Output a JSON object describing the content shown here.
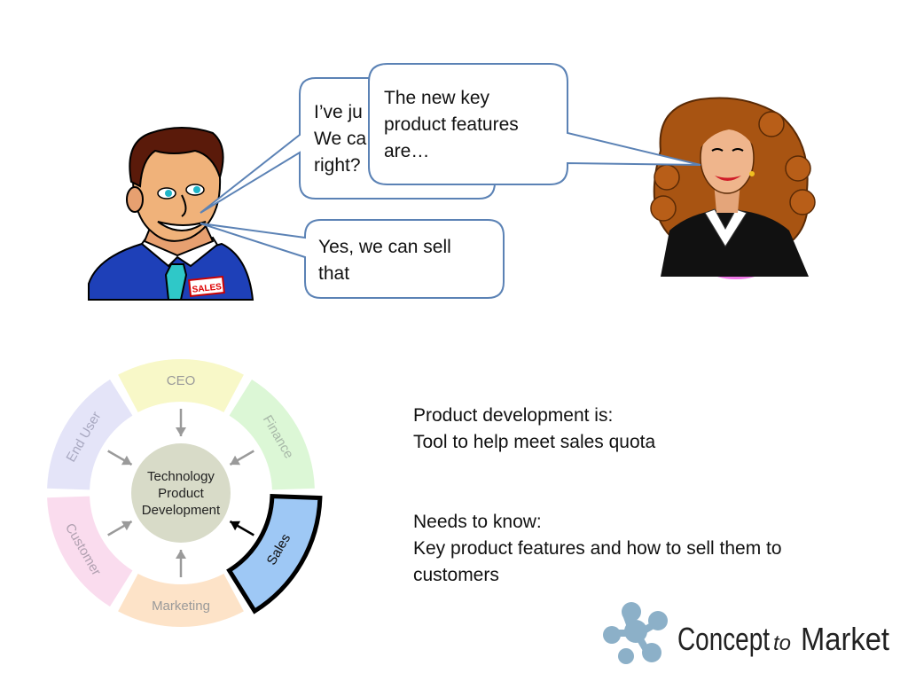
{
  "bubbles": {
    "salesman_first": {
      "lines": [
        "I’ve ju",
        "We ca",
        "right?"
      ]
    },
    "woman": {
      "lines": [
        "The new key",
        "product features",
        "are…"
      ]
    },
    "salesman_reply": {
      "lines": [
        "Yes, we can sell",
        "that"
      ]
    }
  },
  "wheel": {
    "center_lines": [
      "Technology",
      "Product",
      "Development"
    ],
    "segments": {
      "ceo": "CEO",
      "finance": "Finance",
      "sales": "Sales",
      "marketing": "Marketing",
      "customer": "Customer",
      "end_user": "End User"
    },
    "highlighted": "Sales"
  },
  "text": {
    "block1_line1": "Product development is:",
    "block1_line2": "Tool to help meet sales quota",
    "block2_line1": "Needs to know:",
    "block2_line2": "Key product features and how to sell them to",
    "block2_line3": "customers"
  },
  "logo": {
    "concept": "Concept",
    "to": "to",
    "market": "Market"
  },
  "badge": {
    "sales": "SALES"
  },
  "colors": {
    "bubble_border": "#5b82b5",
    "ceo": "#f8f8c8",
    "finance": "#dcf7d6",
    "sales": "#9ec8f5",
    "marketing": "#fde3c8",
    "customer": "#fadcee",
    "end_user": "#e4e4f8",
    "center": "#d8dbc8",
    "logo_icon": "#8cb0c8"
  }
}
